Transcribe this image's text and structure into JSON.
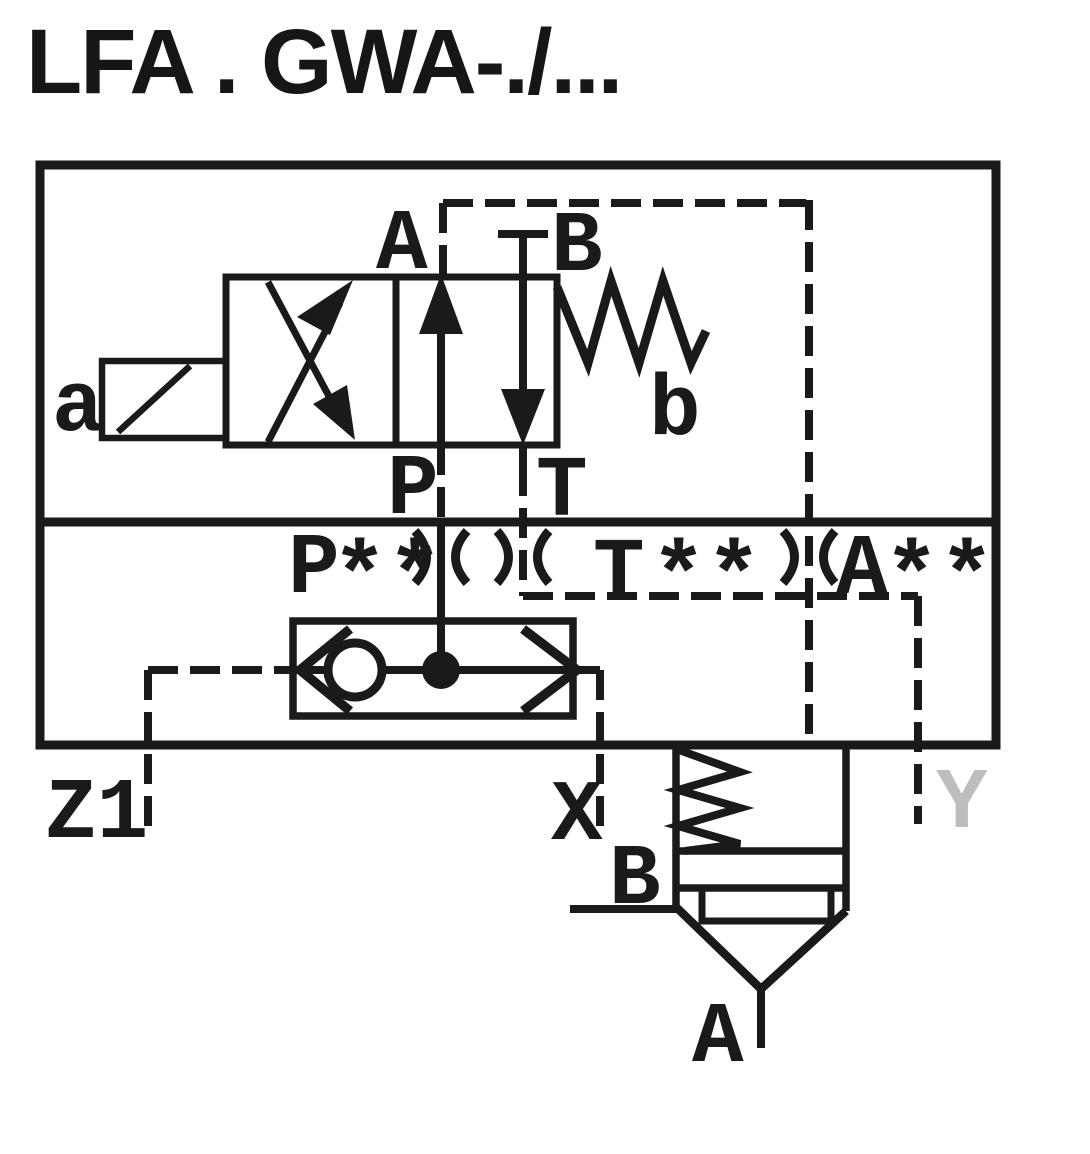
{
  "title": "LFA . GWA-./...",
  "colors": {
    "line": "#1a1a1a",
    "faded_port_label": "#bdbdbd",
    "background": "#ffffff"
  },
  "pilot_valve": {
    "solenoid_label": "a",
    "spring_label": "b",
    "port_a": "A",
    "port_b": "B",
    "port_p": "P",
    "port_t": "T"
  },
  "orifices": {
    "p_label": "P",
    "p_stars": "**",
    "t_label": "T",
    "t_stars": "**",
    "a_label": "A",
    "a_stars": "**"
  },
  "block_ports": {
    "z1": "Z1",
    "x": "X",
    "y": "Y"
  },
  "cartridge": {
    "port_b": "B",
    "port_a": "A"
  }
}
